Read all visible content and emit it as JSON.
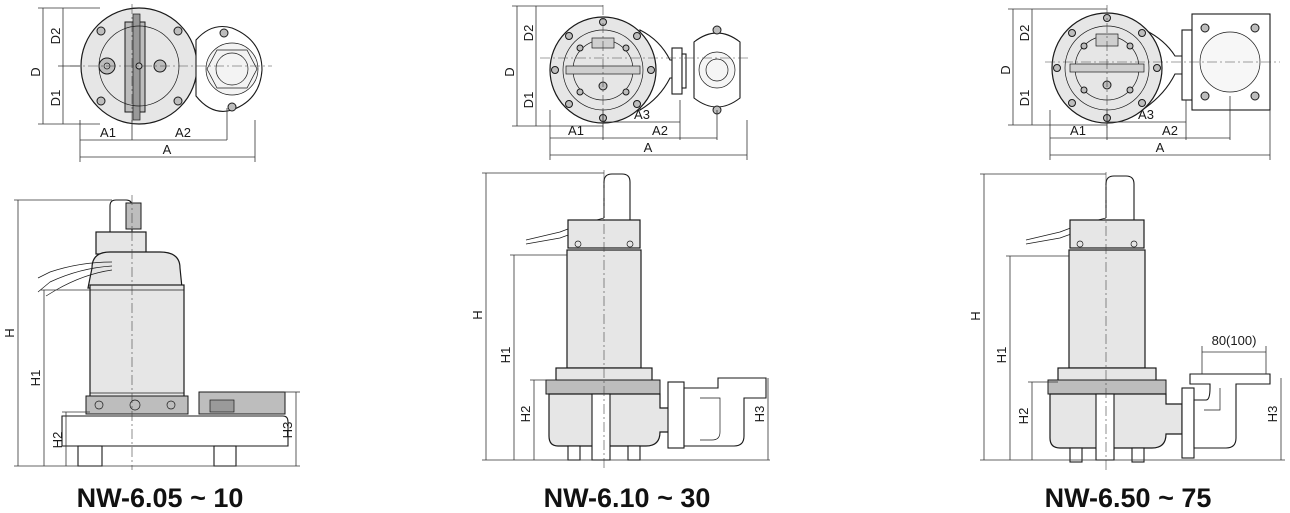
{
  "models": [
    {
      "caption": "NW-6.05 ~ 10",
      "plan_labels": {
        "D": "D",
        "D1": "D1",
        "D2": "D2",
        "A": "A",
        "A1": "A1",
        "A2": "A2"
      },
      "side_labels": {
        "H": "H",
        "H1": "H1",
        "H2": "H2",
        "H3": "H3"
      }
    },
    {
      "caption": "NW-6.10 ~ 30",
      "plan_labels": {
        "D": "D",
        "D1": "D1",
        "D2": "D2",
        "A": "A",
        "A1": "A1",
        "A2": "A2",
        "A3": "A3"
      },
      "side_labels": {
        "H": "H",
        "H1": "H1",
        "H2": "H2",
        "H3": "H3"
      }
    },
    {
      "caption": "NW-6.50 ~ 75",
      "plan_labels": {
        "D": "D",
        "D1": "D1",
        "D2": "D2",
        "A": "A",
        "A1": "A1",
        "A2": "A2",
        "A3": "A3"
      },
      "side_labels": {
        "H": "H",
        "H1": "H1",
        "H2": "H2",
        "H3": "H3"
      },
      "outlet_label": "80(100)"
    }
  ]
}
